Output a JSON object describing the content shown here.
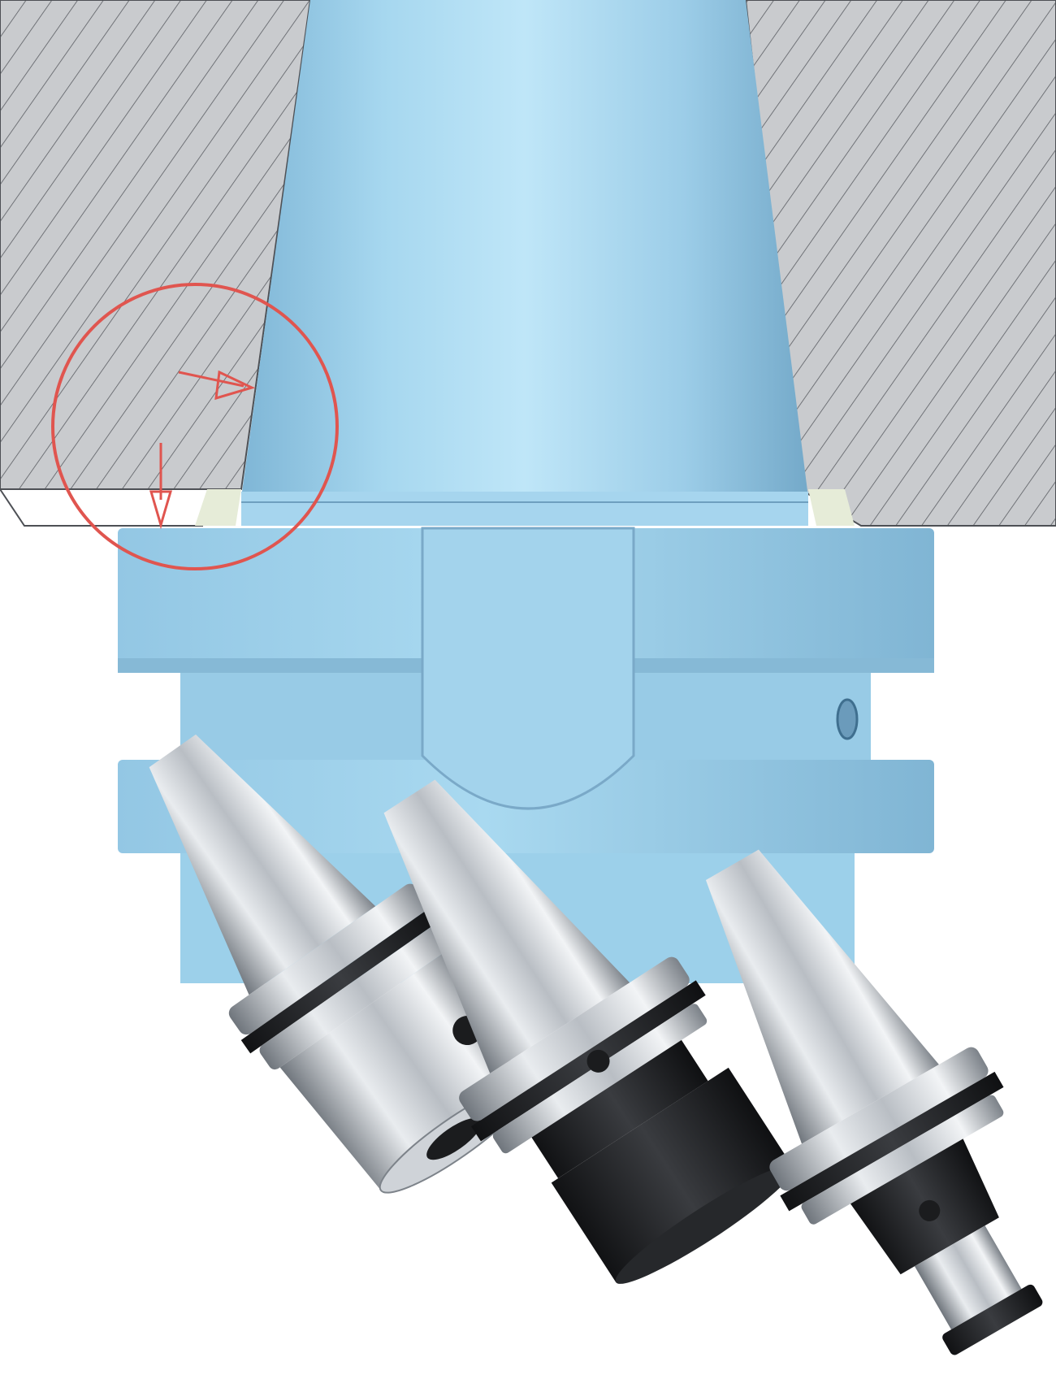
{
  "colors": {
    "background": "#ffffff",
    "spindle_section": "#c9cbce",
    "hatch_lines": "#5a5d62",
    "holder_blue": "#9fd0ea",
    "holder_blue_dark": "#7fb3d2",
    "highlight_circle": "#e0554f",
    "contact_ring": "#e6ecd8",
    "steel_light": "#e9ecef",
    "steel_dark": "#6f757c",
    "blackened": "#1b1c1e"
  },
  "icons": {
    "spindle": "spindle-cross-section-icon",
    "holder": "tool-holder-icon",
    "detail": "contact-detail-circle-icon",
    "arrow": "contact-arrow-icon",
    "product": "steep-taper-tool-holder-icon"
  },
  "products": [
    {
      "kind": "hydraulic-chuck"
    },
    {
      "kind": "collet-chuck"
    },
    {
      "kind": "shell-mill-holder"
    }
  ]
}
